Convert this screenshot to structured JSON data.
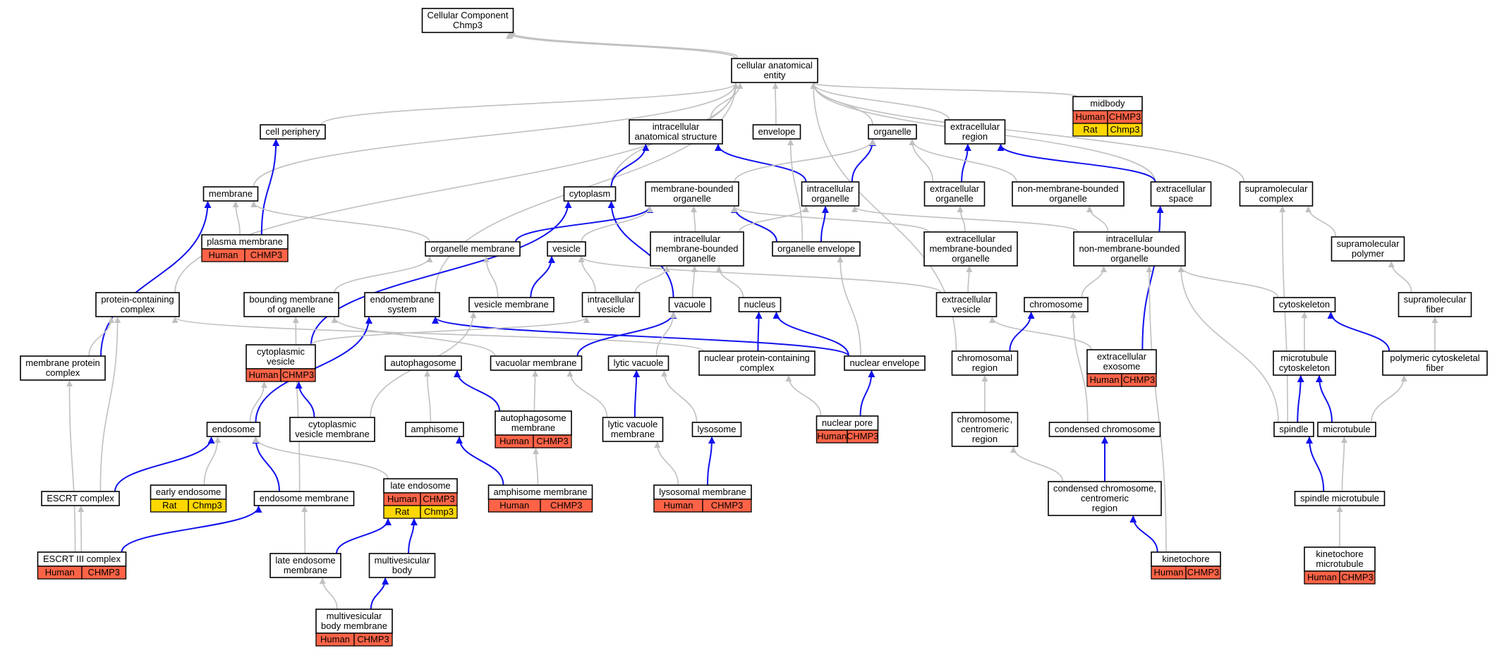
{
  "colors": {
    "human": "#ff6347",
    "rat": "#ffd700",
    "grey_edge": "#c0c0c0",
    "blue_edge": "#1010ee"
  },
  "nodes": [
    {
      "id": "root",
      "lines": [
        "Cellular Component",
        "Chmp3"
      ]
    },
    {
      "id": "cae",
      "lines": [
        "cellular anatomical",
        "entity"
      ]
    },
    {
      "id": "midbody",
      "lines": [
        "midbody"
      ],
      "ann": [
        [
          "Human",
          "CHMP3"
        ],
        [
          "Rat",
          "Chmp3"
        ]
      ]
    },
    {
      "id": "cellperiph",
      "lines": [
        "cell periphery"
      ]
    },
    {
      "id": "ias",
      "lines": [
        "intracellular",
        "anatomical structure"
      ]
    },
    {
      "id": "envelope",
      "lines": [
        "envelope"
      ]
    },
    {
      "id": "organelle",
      "lines": [
        "organelle"
      ]
    },
    {
      "id": "extreg",
      "lines": [
        "extracellular",
        "region"
      ]
    },
    {
      "id": "membrane",
      "lines": [
        "membrane"
      ]
    },
    {
      "id": "cytoplasm",
      "lines": [
        "cytoplasm"
      ]
    },
    {
      "id": "mbo",
      "lines": [
        "membrane-bounded",
        "organelle"
      ]
    },
    {
      "id": "io",
      "lines": [
        "intracellular",
        "organelle"
      ]
    },
    {
      "id": "eo",
      "lines": [
        "extracellular",
        "organelle"
      ]
    },
    {
      "id": "nmbo",
      "lines": [
        "non-membrane-bounded",
        "organelle"
      ]
    },
    {
      "id": "extspace",
      "lines": [
        "extracellular",
        "space"
      ]
    },
    {
      "id": "supcomplex",
      "lines": [
        "supramolecular",
        "complex"
      ]
    },
    {
      "id": "pm",
      "lines": [
        "plasma membrane"
      ],
      "ann": [
        [
          "Human",
          "CHMP3"
        ]
      ]
    },
    {
      "id": "orgmem",
      "lines": [
        "organelle membrane"
      ]
    },
    {
      "id": "vesicle",
      "lines": [
        "vesicle"
      ]
    },
    {
      "id": "imbo",
      "lines": [
        "intracellular",
        "membrane-bounded",
        "organelle"
      ]
    },
    {
      "id": "orgenv",
      "lines": [
        "organelle envelope"
      ]
    },
    {
      "id": "embo",
      "lines": [
        "extracellular",
        "membrane-bounded",
        "organelle"
      ]
    },
    {
      "id": "inmbo",
      "lines": [
        "intracellular",
        "non-membrane-bounded",
        "organelle"
      ]
    },
    {
      "id": "suppoly",
      "lines": [
        "supramolecular",
        "polymer"
      ]
    },
    {
      "id": "pcc",
      "lines": [
        "protein-containing",
        "complex"
      ]
    },
    {
      "id": "bmo",
      "lines": [
        "bounding membrane",
        "of organelle"
      ]
    },
    {
      "id": "endosys",
      "lines": [
        "endomembrane",
        "system"
      ]
    },
    {
      "id": "vesmem",
      "lines": [
        "vesicle membrane"
      ]
    },
    {
      "id": "iv",
      "lines": [
        "intracellular",
        "vesicle"
      ]
    },
    {
      "id": "vacuole",
      "lines": [
        "vacuole"
      ]
    },
    {
      "id": "nucleus",
      "lines": [
        "nucleus"
      ]
    },
    {
      "id": "ev",
      "lines": [
        "extracellular",
        "vesicle"
      ]
    },
    {
      "id": "chromosome",
      "lines": [
        "chromosome"
      ]
    },
    {
      "id": "cytoskeleton",
      "lines": [
        "cytoskeleton"
      ]
    },
    {
      "id": "supfiber",
      "lines": [
        "supramolecular",
        "fiber"
      ]
    },
    {
      "id": "mpc",
      "lines": [
        "membrane protein",
        "complex"
      ]
    },
    {
      "id": "cv",
      "lines": [
        "cytoplasmic",
        "vesicle"
      ],
      "ann": [
        [
          "Human",
          "CHMP3"
        ]
      ]
    },
    {
      "id": "autophagosome",
      "lines": [
        "autophagosome"
      ]
    },
    {
      "id": "vacmem",
      "lines": [
        "vacuolar membrane"
      ]
    },
    {
      "id": "lyticvac",
      "lines": [
        "lytic vacuole"
      ]
    },
    {
      "id": "npc",
      "lines": [
        "nuclear protein-containing",
        "complex"
      ]
    },
    {
      "id": "nucenv",
      "lines": [
        "nuclear envelope"
      ]
    },
    {
      "id": "chromreg",
      "lines": [
        "chromosomal",
        "region"
      ]
    },
    {
      "id": "exosome",
      "lines": [
        "extracellular",
        "exosome"
      ],
      "ann": [
        [
          "Human",
          "CHMP3"
        ]
      ]
    },
    {
      "id": "mtcyto",
      "lines": [
        "microtubule",
        "cytoskeleton"
      ]
    },
    {
      "id": "pcf",
      "lines": [
        "polymeric cytoskeletal",
        "fiber"
      ]
    },
    {
      "id": "endosome",
      "lines": [
        "endosome"
      ]
    },
    {
      "id": "cvm",
      "lines": [
        "cytoplasmic",
        "vesicle membrane"
      ]
    },
    {
      "id": "amphisome",
      "lines": [
        "amphisome"
      ]
    },
    {
      "id": "apmem",
      "lines": [
        "autophagosome",
        "membrane"
      ],
      "ann": [
        [
          "Human",
          "CHMP3"
        ]
      ]
    },
    {
      "id": "lvm",
      "lines": [
        "lytic vacuole",
        "membrane"
      ]
    },
    {
      "id": "lysosome",
      "lines": [
        "lysosome"
      ]
    },
    {
      "id": "nucpore",
      "lines": [
        "nuclear pore"
      ],
      "ann": [
        [
          "Human",
          "CHMP3"
        ]
      ]
    },
    {
      "id": "ccr",
      "lines": [
        "chromosome,",
        "centromeric",
        "region"
      ]
    },
    {
      "id": "condchrom",
      "lines": [
        "condensed chromosome"
      ]
    },
    {
      "id": "spindle",
      "lines": [
        "spindle"
      ]
    },
    {
      "id": "microtubule",
      "lines": [
        "microtubule"
      ]
    },
    {
      "id": "earlyendo",
      "lines": [
        "early endosome"
      ],
      "ann": [
        [
          "Rat",
          "Chmp3"
        ]
      ]
    },
    {
      "id": "escrt",
      "lines": [
        "ESCRT complex"
      ]
    },
    {
      "id": "endomem",
      "lines": [
        "endosome membrane"
      ]
    },
    {
      "id": "lateendo",
      "lines": [
        "late endosome"
      ],
      "ann": [
        [
          "Human",
          "CHMP3"
        ],
        [
          "Rat",
          "Chmp3"
        ]
      ]
    },
    {
      "id": "amphmem",
      "lines": [
        "amphisome membrane"
      ],
      "ann": [
        [
          "Human",
          "CHMP3"
        ]
      ]
    },
    {
      "id": "lysmem",
      "lines": [
        "lysosomal membrane"
      ],
      "ann": [
        [
          "Human",
          "CHMP3"
        ]
      ]
    },
    {
      "id": "cccr",
      "lines": [
        "condensed chromosome,",
        "centromeric",
        "region"
      ]
    },
    {
      "id": "spindlemt",
      "lines": [
        "spindle microtubule"
      ]
    },
    {
      "id": "escrt3",
      "lines": [
        "ESCRT III complex"
      ],
      "ann": [
        [
          "Human",
          "CHMP3"
        ]
      ]
    },
    {
      "id": "lem",
      "lines": [
        "late endosome",
        "membrane"
      ]
    },
    {
      "id": "mvb",
      "lines": [
        "multivesicular",
        "body"
      ]
    },
    {
      "id": "kinetochore",
      "lines": [
        "kinetochore"
      ],
      "ann": [
        [
          "Human",
          "CHMP3"
        ]
      ]
    },
    {
      "id": "kmt",
      "lines": [
        "kinetochore",
        "microtubule"
      ],
      "ann": [
        [
          "Human",
          "CHMP3"
        ]
      ]
    },
    {
      "id": "mvbm",
      "lines": [
        "multivesicular",
        "body membrane"
      ],
      "ann": [
        [
          "Human",
          "CHMP3"
        ]
      ]
    }
  ],
  "edges": [
    [
      "cae",
      "root",
      "g"
    ],
    [
      "cae",
      "root",
      "g"
    ],
    [
      "cellperiph",
      "cae",
      "g"
    ],
    [
      "ias",
      "cae",
      "g"
    ],
    [
      "envelope",
      "cae",
      "g"
    ],
    [
      "organelle",
      "cae",
      "g"
    ],
    [
      "extreg",
      "cae",
      "g"
    ],
    [
      "membrane",
      "cae",
      "g"
    ],
    [
      "cytoplasm",
      "cae",
      "g"
    ],
    [
      "midbody",
      "cae",
      "g"
    ],
    [
      "extspace",
      "cae",
      "g"
    ],
    [
      "chromreg",
      "cae",
      "g"
    ],
    [
      "endosys",
      "cae",
      "g"
    ],
    [
      "pcc",
      "cae",
      "g"
    ],
    [
      "supcomplex",
      "cae",
      "g"
    ],
    [
      "pm",
      "cellperiph",
      "b"
    ],
    [
      "pm",
      "membrane",
      "g"
    ],
    [
      "orgmem",
      "membrane",
      "g"
    ],
    [
      "mpc",
      "membrane",
      "b"
    ],
    [
      "cytoplasm",
      "ias",
      "b"
    ],
    [
      "io",
      "ias",
      "b"
    ],
    [
      "io",
      "organelle",
      "b"
    ],
    [
      "extspace",
      "extreg",
      "b"
    ],
    [
      "eo",
      "extreg",
      "b"
    ],
    [
      "mbo",
      "organelle",
      "g"
    ],
    [
      "eo",
      "organelle",
      "g"
    ],
    [
      "nmbo",
      "organelle",
      "g"
    ],
    [
      "orgenv",
      "envelope",
      "g"
    ],
    [
      "cv",
      "cytoplasm",
      "b"
    ],
    [
      "vacuole",
      "cytoplasm",
      "b"
    ],
    [
      "orgmem",
      "mbo",
      "b"
    ],
    [
      "vesicle",
      "mbo",
      "g"
    ],
    [
      "imbo",
      "mbo",
      "g"
    ],
    [
      "orgenv",
      "mbo",
      "b"
    ],
    [
      "embo",
      "mbo",
      "g"
    ],
    [
      "orgenv",
      "io",
      "b"
    ],
    [
      "imbo",
      "io",
      "g"
    ],
    [
      "inmbo",
      "io",
      "g"
    ],
    [
      "embo",
      "eo",
      "g"
    ],
    [
      "inmbo",
      "nmbo",
      "g"
    ],
    [
      "exosome",
      "extspace",
      "b"
    ],
    [
      "suppoly",
      "supcomplex",
      "g"
    ],
    [
      "spindle",
      "supcomplex",
      "g"
    ],
    [
      "bmo",
      "orgmem",
      "g"
    ],
    [
      "vesmem",
      "orgmem",
      "g"
    ],
    [
      "vesmem",
      "vesicle",
      "b"
    ],
    [
      "iv",
      "vesicle",
      "g"
    ],
    [
      "ev",
      "vesicle",
      "g"
    ],
    [
      "iv",
      "imbo",
      "g"
    ],
    [
      "vacuole",
      "imbo",
      "g"
    ],
    [
      "nucleus",
      "imbo",
      "g"
    ],
    [
      "nucenv",
      "orgenv",
      "g"
    ],
    [
      "ev",
      "embo",
      "g"
    ],
    [
      "chromosome",
      "inmbo",
      "g"
    ],
    [
      "cytoskeleton",
      "inmbo",
      "g"
    ],
    [
      "kinetochore",
      "inmbo",
      "g"
    ],
    [
      "spindle",
      "inmbo",
      "g"
    ],
    [
      "supfiber",
      "suppoly",
      "g"
    ],
    [
      "mpc",
      "pcc",
      "g"
    ],
    [
      "escrt",
      "pcc",
      "g"
    ],
    [
      "npc",
      "pcc",
      "g"
    ],
    [
      "vacmem",
      "bmo",
      "g"
    ],
    [
      "endomem",
      "bmo",
      "g"
    ],
    [
      "endosome",
      "endosys",
      "b"
    ],
    [
      "nucenv",
      "endosys",
      "b"
    ],
    [
      "cvm",
      "vesmem",
      "g"
    ],
    [
      "cv",
      "iv",
      "g"
    ],
    [
      "vacmem",
      "vacuole",
      "b"
    ],
    [
      "lyticvac",
      "vacuole",
      "g"
    ],
    [
      "npc",
      "nucleus",
      "b"
    ],
    [
      "nucenv",
      "nucleus",
      "b"
    ],
    [
      "exosome",
      "ev",
      "g"
    ],
    [
      "chromreg",
      "chromosome",
      "b"
    ],
    [
      "condchrom",
      "chromosome",
      "g"
    ],
    [
      "mtcyto",
      "cytoskeleton",
      "g"
    ],
    [
      "pcf",
      "cytoskeleton",
      "b"
    ],
    [
      "pcf",
      "supfiber",
      "g"
    ],
    [
      "endosome",
      "cv",
      "g"
    ],
    [
      "cvm",
      "cv",
      "b"
    ],
    [
      "amphisome",
      "autophagosome",
      "g"
    ],
    [
      "apmem",
      "autophagosome",
      "b"
    ],
    [
      "apmem",
      "vacmem",
      "g"
    ],
    [
      "lvm",
      "vacmem",
      "g"
    ],
    [
      "lvm",
      "lyticvac",
      "b"
    ],
    [
      "lysosome",
      "lyticvac",
      "g"
    ],
    [
      "nucpore",
      "npc",
      "g"
    ],
    [
      "nucpore",
      "nucenv",
      "b"
    ],
    [
      "ccr",
      "chromreg",
      "g"
    ],
    [
      "spindle",
      "mtcyto",
      "b"
    ],
    [
      "microtubule",
      "mtcyto",
      "b"
    ],
    [
      "microtubule",
      "pcf",
      "g"
    ],
    [
      "earlyendo",
      "endosome",
      "g"
    ],
    [
      "escrt",
      "endosome",
      "b"
    ],
    [
      "endomem",
      "endosome",
      "b"
    ],
    [
      "lateendo",
      "endosome",
      "g"
    ],
    [
      "amphmem",
      "amphisome",
      "b"
    ],
    [
      "amphmem",
      "apmem",
      "g"
    ],
    [
      "lysmem",
      "lvm",
      "g"
    ],
    [
      "lysmem",
      "lysosome",
      "b"
    ],
    [
      "cccr",
      "ccr",
      "g"
    ],
    [
      "cccr",
      "condchrom",
      "b"
    ],
    [
      "spindlemt",
      "spindle",
      "b"
    ],
    [
      "spindlemt",
      "microtubule",
      "g"
    ],
    [
      "escrt3",
      "escrt",
      "g"
    ],
    [
      "escrt3",
      "endomem",
      "b"
    ],
    [
      "lem",
      "endomem",
      "g"
    ],
    [
      "lem",
      "lateendo",
      "b"
    ],
    [
      "mvb",
      "lateendo",
      "b"
    ],
    [
      "kinetochore",
      "cccr",
      "b"
    ],
    [
      "kmt",
      "spindlemt",
      "g"
    ],
    [
      "mvbm",
      "lem",
      "g"
    ],
    [
      "mvbm",
      "mvb",
      "b"
    ],
    [
      "escrt3",
      "mpc",
      "g"
    ]
  ]
}
